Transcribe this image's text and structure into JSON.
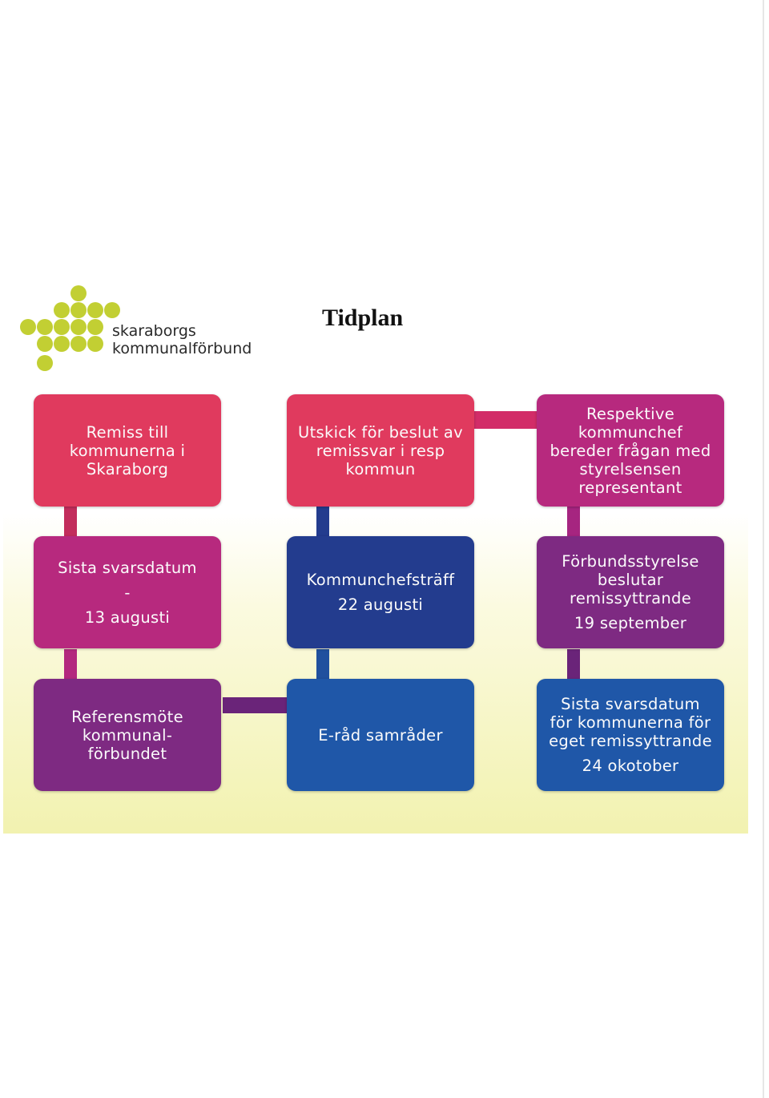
{
  "header": {
    "logo_line1": "skaraborgs",
    "logo_line2": "kommunalförbund",
    "title": "Tidplan"
  },
  "colors": {
    "crimson": "#e03a5e",
    "magenta": "#b7297e",
    "purple": "#7e2a82",
    "navy": "#233c8e",
    "blue": "#1f57a8",
    "logo_green": "#c2cf33"
  },
  "flow": {
    "r1c1": {
      "lines": [
        "Remiss till",
        "kommunerna i",
        "Skaraborg"
      ]
    },
    "r1c2": {
      "lines": [
        "Utskick för beslut av",
        "remissvar i resp",
        "kommun"
      ]
    },
    "r1c3": {
      "lines": [
        "Respektive",
        "kommunchef",
        "bereder frågan med",
        "styrelsensen",
        "representant"
      ]
    },
    "r2c1": {
      "lines": [
        "Sista svarsdatum",
        "-",
        "13 augusti"
      ]
    },
    "r2c2": {
      "lines": [
        "Kommunchefsträff",
        "22 augusti"
      ]
    },
    "r2c3": {
      "lines": [
        "Förbundsstyrelse",
        "beslutar",
        "remissyttrande",
        "19 september"
      ]
    },
    "r3c1": {
      "lines": [
        "Referensmöte",
        "kommunal-",
        "förbundet"
      ]
    },
    "r3c2": {
      "lines": [
        "E-råd samråder"
      ]
    },
    "r3c3": {
      "lines": [
        "Sista svarsdatum",
        "för kommunerna för",
        "eget remissyttrande",
        "24 okotober"
      ]
    }
  }
}
